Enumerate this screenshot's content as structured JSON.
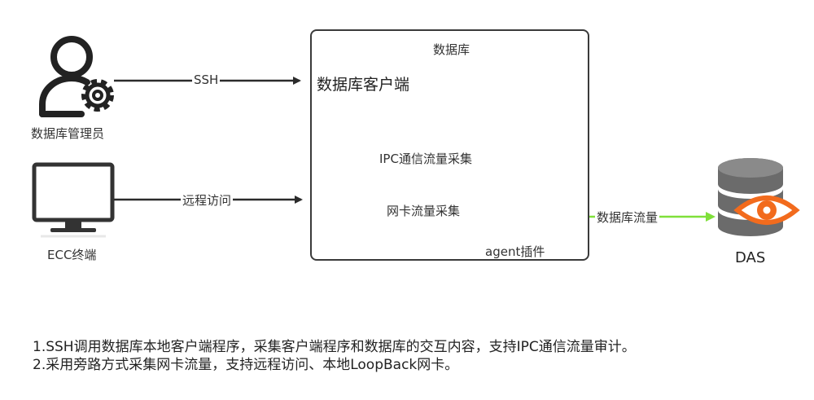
{
  "db_box": {
    "title": "数据库"
  },
  "db_client": {
    "label": "数据库客户端"
  },
  "admin": {
    "label": "数据库管理员"
  },
  "ecc": {
    "label": "ECC终端"
  },
  "agent": {
    "label": "agent插件"
  },
  "das": {
    "label": "DAS"
  },
  "flows": {
    "ssh": "SSH",
    "remote": "远程访问",
    "ipc": "IPC通信流量采集",
    "nic": "网卡流量采集",
    "db_traffic": "数据库流量"
  },
  "notes": [
    "1.SSH调用数据库本地客户端程序，采集客户端程序和数据库的交互内容，支持IPC通信流量审计。",
    "2.采用旁路方式采集网卡流量，支持远程访问、本地LoopBack网卡。"
  ],
  "colors": {
    "arrow_dark": "#2b2b2b",
    "arrow_green": "#7fe03a",
    "db_icon_bg": "#e8f3fc",
    "db_icon_blue": "#2f80e6",
    "nic_blue": "#2b8ae8",
    "das_grey": "#6b6b6b",
    "das_orange": "#f26b1d"
  }
}
